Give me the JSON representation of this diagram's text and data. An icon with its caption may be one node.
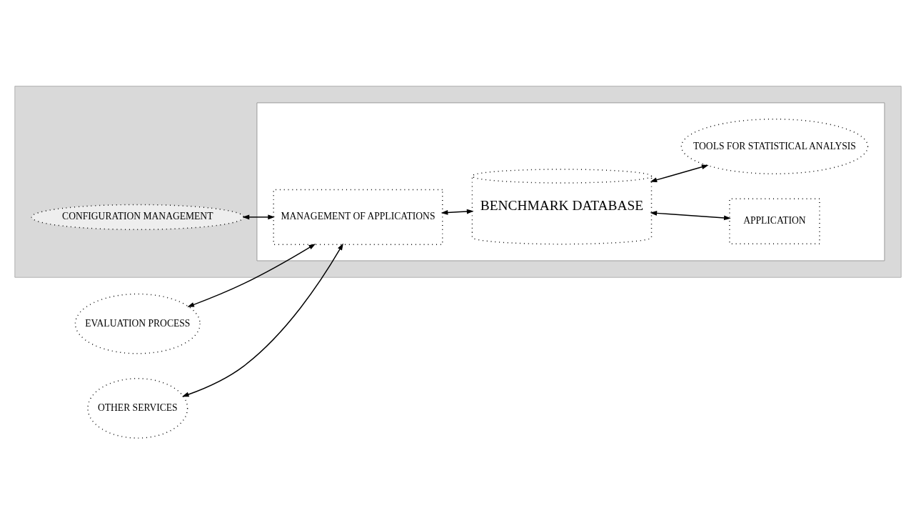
{
  "diagram": {
    "nodes": [
      {
        "text": [],
        "shape": "box"
      },
      {
        "text": [
          "CONFIGURATION MANAGEMENT"
        ],
        "in": 0
      },
      {
        "text": [],
        "shape": "box",
        "in": 0
      },
      {
        "text": [
          "MANAGEMENT OF APPLICATIONS"
        ],
        "in": 2
      },
      {
        "text": [
          "BENCHMARK DATABASE"
        ],
        "in": 2
      },
      {
        "text": [
          "APPLICATION"
        ],
        "in": 2
      },
      {
        "text": [
          "TOOLS FOR STATISTICAL ANALYSIS"
        ],
        "in": 2
      },
      {
        "text": [
          "EVALUATION PROCESS"
        ]
      },
      {
        "text": [
          "OTHER SERVICES"
        ]
      }
    ],
    "edges": [
      {
        "from": 7,
        "to": 3,
        "arrow": "both"
      },
      {
        "from": 8,
        "to": 3,
        "arrow": "both"
      },
      {
        "from": 1,
        "to": 3,
        "arrow": "both"
      },
      {
        "from": 3,
        "to": 4,
        "arrow": "both"
      },
      {
        "from": 4,
        "to": 5,
        "arrow": "both"
      },
      {
        "from": 4,
        "to": 6,
        "arrow": "both"
      }
    ]
  }
}
